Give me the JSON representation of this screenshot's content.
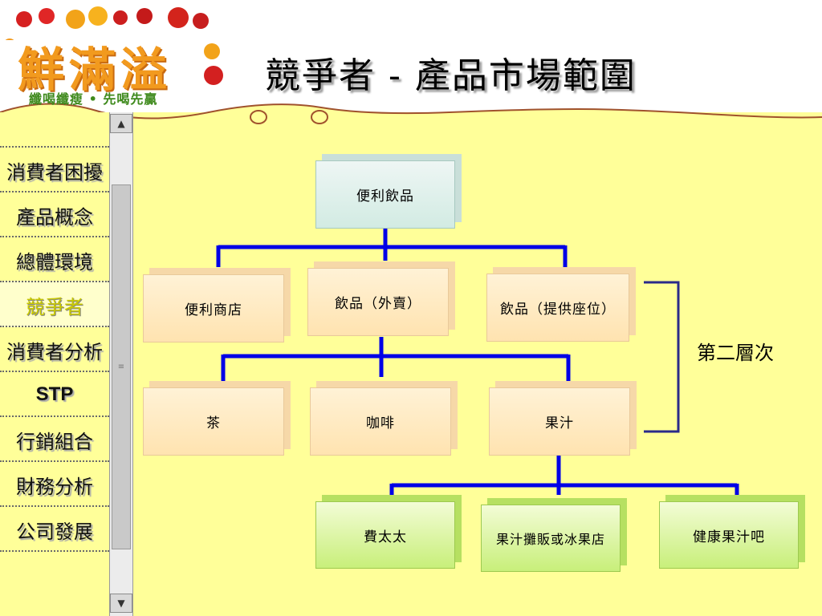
{
  "logo": {
    "main": "鮮滿溢",
    "tagline": "纖喝纖瘦 • 先喝先贏"
  },
  "title": "競爭者 - 產品市場範圍",
  "sidebar": {
    "items": [
      {
        "label": "消費者困擾",
        "active": false
      },
      {
        "label": "產品概念",
        "active": false
      },
      {
        "label": "總體環境",
        "active": false
      },
      {
        "label": "競爭者",
        "active": true
      },
      {
        "label": "消費者分析",
        "active": false
      },
      {
        "label": "STP",
        "active": false
      },
      {
        "label": "行銷組合",
        "active": false
      },
      {
        "label": "財務分析",
        "active": false
      },
      {
        "label": "公司發展",
        "active": false
      }
    ]
  },
  "diagram": {
    "root": "便利飲品",
    "level1": [
      "便利商店",
      "飲品（外賣）",
      "飲品（提供座位）"
    ],
    "level2": [
      "茶",
      "咖啡",
      "果汁"
    ],
    "level3": [
      "費太太",
      "果汁攤販或冰果店",
      "健康果汁吧"
    ],
    "bracket_label": "第二層次",
    "colors": {
      "connector": "#0000e6",
      "bracket": "#2a2a8a"
    }
  }
}
